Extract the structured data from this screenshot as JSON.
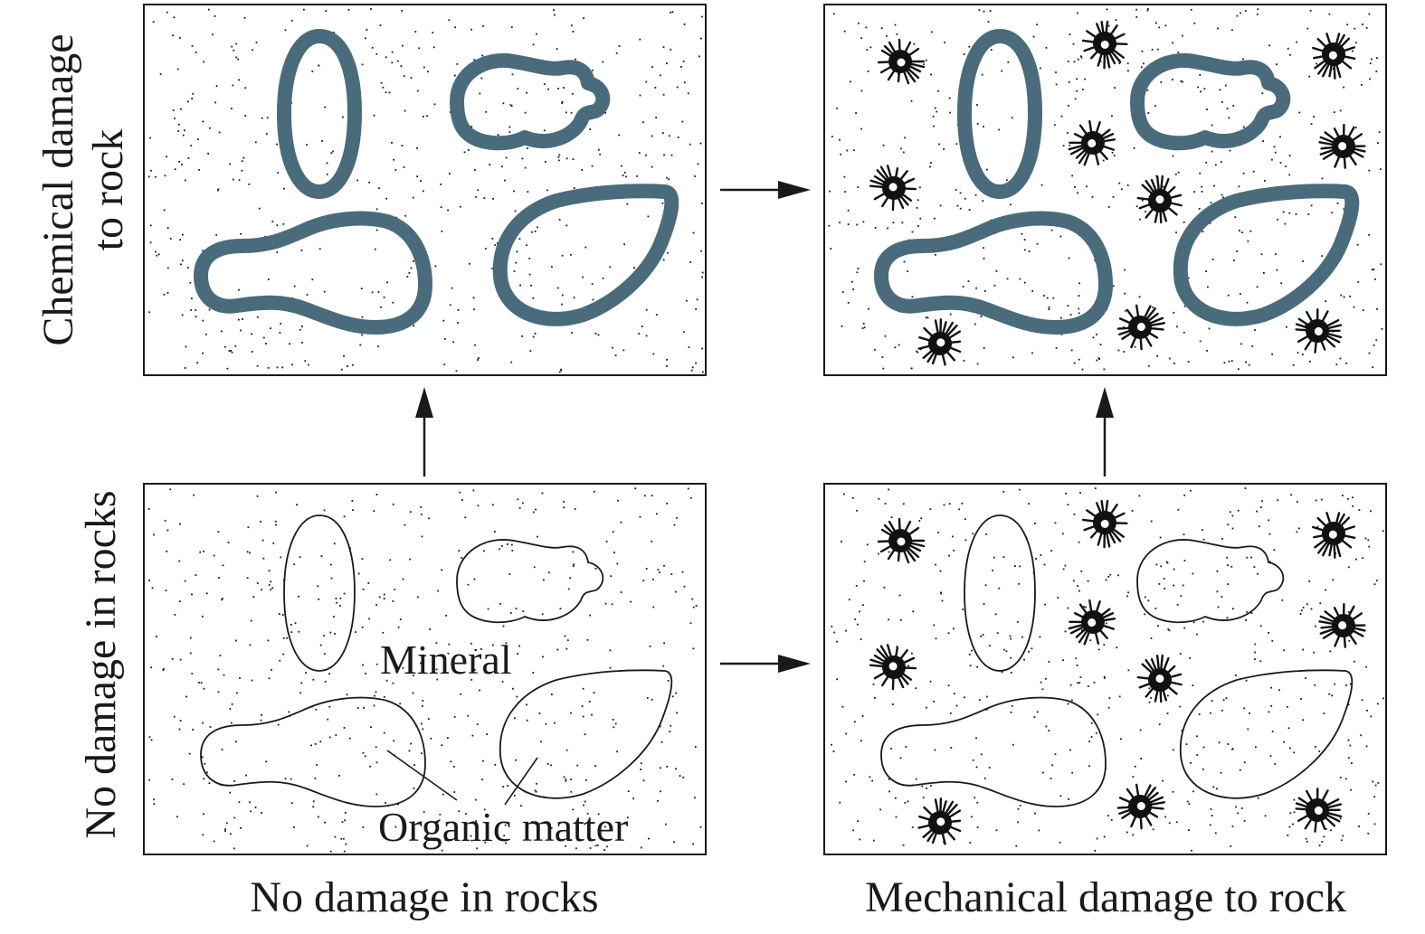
{
  "figure": {
    "row_labels": {
      "top": [
        "Chemical damage",
        "to rock"
      ],
      "bottom": "No damage in rocks"
    },
    "column_labels": {
      "left": "No damage in rocks",
      "right": "Mechanical damage to rock"
    },
    "annotations": {
      "mineral": "Mineral",
      "organic_matter": "Organic matter"
    },
    "colors": {
      "organic_outline_chemical": "#4a6b7c",
      "ink": "#1a1a1a",
      "background": "#ffffff"
    },
    "panels": [
      {
        "id": "bottom-left",
        "state": "no damage",
        "organic_outline": "thin",
        "damage_bursts": false,
        "labels": [
          "Mineral",
          "Organic matter"
        ]
      },
      {
        "id": "bottom-right",
        "state": "mechanical damage",
        "organic_outline": "thin",
        "damage_bursts": true
      },
      {
        "id": "top-left",
        "state": "chemical damage",
        "organic_outline": "thick",
        "damage_bursts": false
      },
      {
        "id": "top-right",
        "state": "chemical + mechanical damage",
        "organic_outline": "thick",
        "damage_bursts": true
      }
    ],
    "arrows": [
      {
        "from": "bottom-left",
        "to": "top-left",
        "direction": "up"
      },
      {
        "from": "bottom-right",
        "to": "top-right",
        "direction": "up"
      },
      {
        "from": "top-left",
        "to": "top-right",
        "direction": "right"
      },
      {
        "from": "bottom-left",
        "to": "bottom-right",
        "direction": "right"
      }
    ],
    "icons": [
      "mineral-speckle-icon",
      "damage-burst-icon",
      "arrow-icon"
    ]
  }
}
